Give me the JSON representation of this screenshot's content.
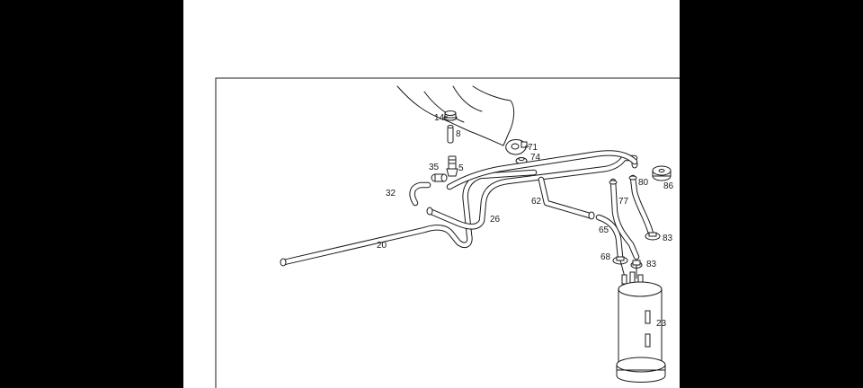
{
  "colors": {
    "background": "#000000",
    "sheet": "#ffffff",
    "ink": "#1a1a1a"
  },
  "callouts": {
    "p14": "14",
    "p8": "8",
    "p71": "71",
    "p74": "74",
    "p35": "35",
    "p5": "5",
    "p32": "32",
    "p62": "62",
    "p26": "26",
    "p20": "20",
    "p77": "77",
    "p80": "80",
    "p86": "86",
    "p65": "65",
    "p83a": "83",
    "p68": "68",
    "p83b": "83",
    "p23": "23"
  }
}
